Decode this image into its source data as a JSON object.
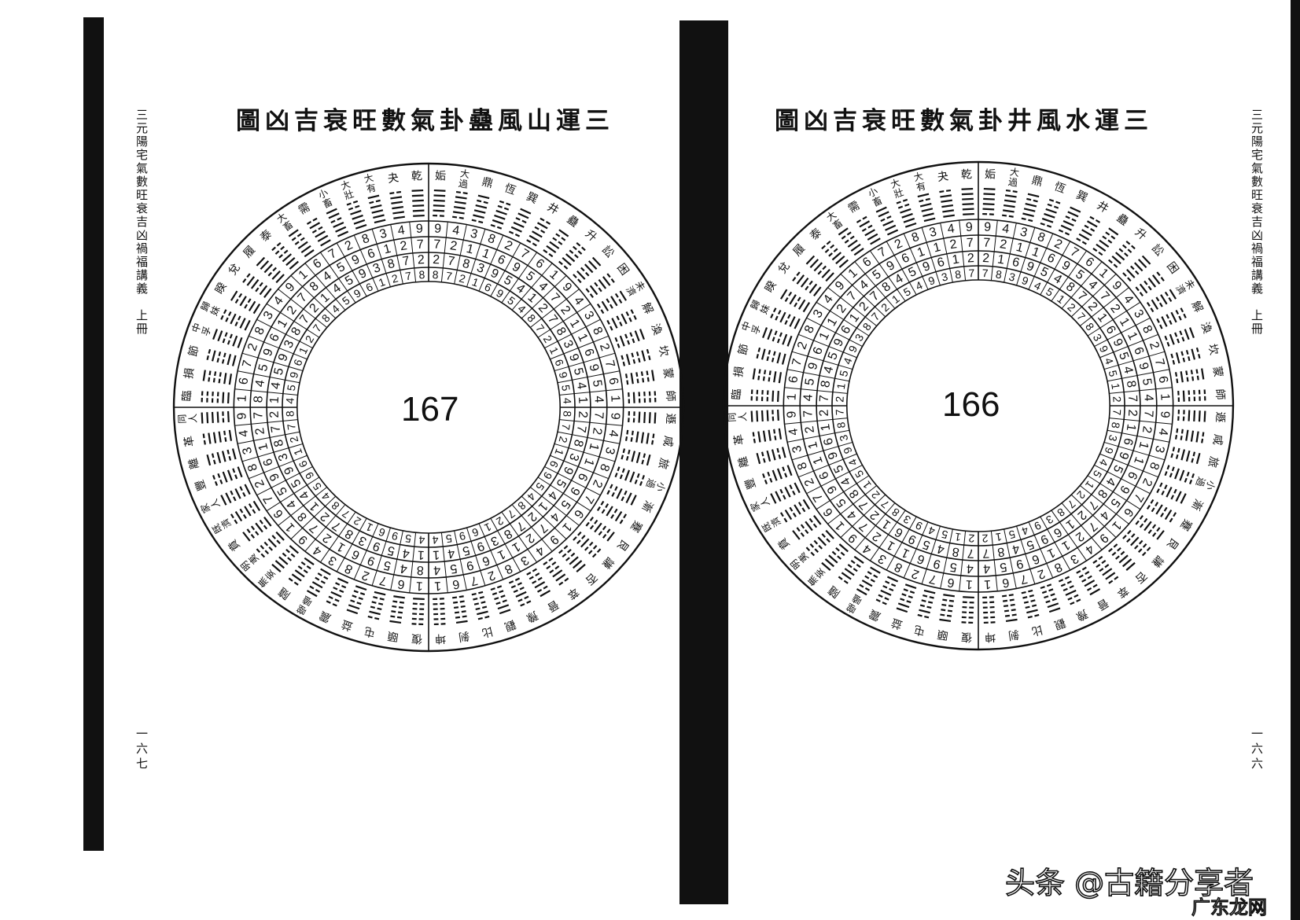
{
  "left_page": {
    "title": "三運山風蠱卦氣數旺衰吉凶圖",
    "side_text": "三元陽宅氣數旺衰吉凶禍福講義　上冊",
    "page_number": "一六七",
    "center_number": "167"
  },
  "right_page": {
    "title": "三運水風井卦氣數旺衰吉凶圖",
    "side_text": "三元陽宅氣數旺衰吉凶禍福講義　上冊",
    "page_number": "一六六",
    "center_number": "166"
  },
  "hexagrams": {
    "left_half_ccw_from_top": [
      "乾",
      "夬",
      "大有",
      "大壯",
      "小畜",
      "需",
      "大畜",
      "泰",
      "履",
      "兌",
      "睽",
      "歸妹",
      "中孚",
      "節",
      "損",
      "臨",
      "同人",
      "革",
      "離",
      "豐",
      "家人",
      "既濟",
      "賁",
      "明夷",
      "無妄",
      "隨",
      "噬嗑",
      "震",
      "益",
      "屯",
      "頤",
      "復"
    ],
    "right_half_cw_from_top": [
      "姤",
      "大過",
      "鼎",
      "恆",
      "巽",
      "井",
      "蠱",
      "升",
      "訟",
      "困",
      "未濟",
      "解",
      "渙",
      "坎",
      "蒙",
      "師",
      "遯",
      "咸",
      "旅",
      "小過",
      "漸",
      "蹇",
      "艮",
      "謙",
      "否",
      "萃",
      "晉",
      "豫",
      "觀",
      "比",
      "剝",
      "坤"
    ]
  },
  "left_wheel_rings": [
    "9438276194382761943827619438276194382761943827619438276194382761",
    "7216954872169548721695487216954872116954721169547211695472116954",
    "2783954127839541278395412783954127839541278395412783954127839541",
    "8721695487216954872169548721695487216954872169548721695487216954"
  ],
  "right_wheel_rings": [
    "9438276194382761943827619438276194382761943827619438276194382761",
    "7211695472116954721169547211695472116954721169547211695472116954",
    "2169548721695487216954872169548721695487216954872169548721695487",
    "7839451278394512783945127839451278394512783945127839451278394512"
  ],
  "watermark": {
    "main": "头条 @古籍分享者",
    "sub": "广东龙网"
  },
  "colors": {
    "ink": "#111111",
    "paper": "#ffffff"
  }
}
